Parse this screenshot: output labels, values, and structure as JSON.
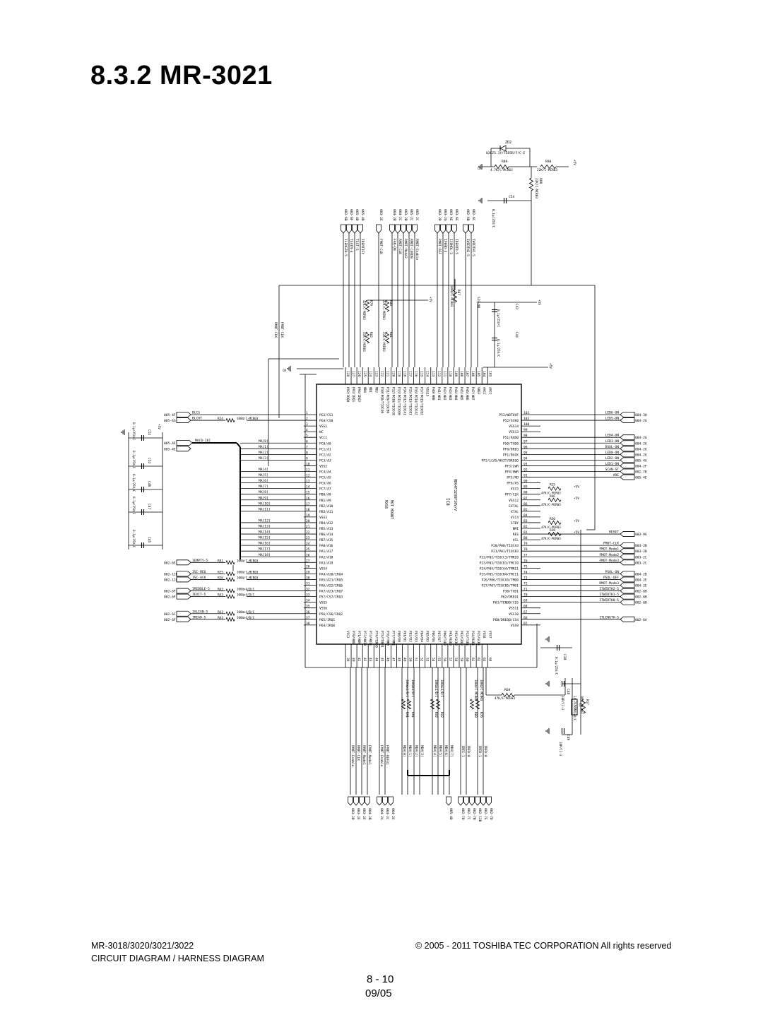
{
  "header": {
    "section": "8.3.2",
    "model": "MR-3021"
  },
  "ic": {
    "ref": "IC8",
    "part": "HD64F3298F10V/V",
    "mark1": "MXS8",
    "mark2": "MOT MOUNT"
  },
  "left_pins": [
    {
      "n": "1",
      "label": "PG3/CS1",
      "net": "BLCS"
    },
    {
      "n": "2",
      "label": "PG4/CS0",
      "net": "BLCHT"
    },
    {
      "n": "3",
      "label": "VSS1",
      "net": ""
    },
    {
      "n": "4",
      "label": "NC",
      "net": ""
    },
    {
      "n": "5",
      "label": "VCC1",
      "net": ""
    },
    {
      "n": "6",
      "label": "PC0/A0",
      "net": "MA[0]"
    },
    {
      "n": "7",
      "label": "PC1/A1",
      "net": "MA[1]"
    },
    {
      "n": "8",
      "label": "PC2/A2",
      "net": "MA[2]"
    },
    {
      "n": "9",
      "label": "PC3/A3",
      "net": "MA[3]"
    },
    {
      "n": "10",
      "label": "VSS2",
      "net": ""
    },
    {
      "n": "11",
      "label": "PC4/A4",
      "net": "MA[4]"
    },
    {
      "n": "12",
      "label": "PC5/A5",
      "net": "MA[5]"
    },
    {
      "n": "13",
      "label": "PC6/A6",
      "net": "MA[6]"
    },
    {
      "n": "14",
      "label": "PC7/A7",
      "net": "MA[7]"
    },
    {
      "n": "15",
      "label": "PB0/A8",
      "net": "MA[8]"
    },
    {
      "n": "16",
      "label": "PB1/A9",
      "net": "MA[9]"
    },
    {
      "n": "17",
      "label": "PB2/A10",
      "net": "MA[10]"
    },
    {
      "n": "18",
      "label": "PB3/A11",
      "net": "MA[11]"
    },
    {
      "n": "19",
      "label": "VSS3",
      "net": ""
    },
    {
      "n": "20",
      "label": "PB4/A12",
      "net": "MA[12]"
    },
    {
      "n": "21",
      "label": "PB5/A13",
      "net": "MA[13]"
    },
    {
      "n": "22",
      "label": "PB6/A14",
      "net": "MA[14]"
    },
    {
      "n": "23",
      "label": "PB7/A15",
      "net": "MA[15]"
    },
    {
      "n": "24",
      "label": "PA0/A16",
      "net": "MA[16]"
    },
    {
      "n": "25",
      "label": "PA1/A17",
      "net": "MA[17]"
    },
    {
      "n": "26",
      "label": "PA2/A18",
      "net": "MA[18]"
    },
    {
      "n": "27",
      "label": "PA3/A19",
      "net": "IEMPTY-5"
    },
    {
      "n": "28",
      "label": "VSS4",
      "net": ""
    },
    {
      "n": "29",
      "label": "PA4/A20/IRQ4",
      "net": "ISC-REQ"
    },
    {
      "n": "30",
      "label": "PA5/A21/IRQ5",
      "net": "ISC-ACK"
    },
    {
      "n": "31",
      "label": "PA6/A22/IRQ6",
      "net": ""
    },
    {
      "n": "32",
      "label": "PA7/A23/IRQ7",
      "net": "IMIDDLE-5"
    },
    {
      "n": "33",
      "label": "P57/CS7/IRQ3",
      "net": "IEXIT-5"
    },
    {
      "n": "34",
      "label": "VSS5",
      "net": ""
    },
    {
      "n": "35",
      "label": "VSS6",
      "net": ""
    },
    {
      "n": "36",
      "label": "P56/CS6/IRQ2",
      "net": "IALIGN-5"
    },
    {
      "n": "37",
      "label": "P65/IRQ1",
      "net": "IREAD-5"
    },
    {
      "n": "38",
      "label": "P64/IRQ0",
      "net": ""
    }
  ],
  "left_refs": [
    {
      "ref": "005-4F",
      "row": 0
    },
    {
      "ref": "005-4G",
      "row": 1
    },
    {
      "ref": "005-4E",
      "row": 6
    },
    {
      "ref": "002-6E",
      "row": 26
    },
    {
      "ref": "002-12B",
      "row": 28
    },
    {
      "ref": "002-12C",
      "row": 29
    },
    {
      "ref": "002-6F",
      "row": 31
    },
    {
      "ref": "002-6F",
      "row": 32
    },
    {
      "ref": "002-6C",
      "row": 35
    },
    {
      "ref": "002-6F",
      "row": 36
    }
  ],
  "left_res": [
    {
      "ref": "R24",
      "val": "100Ω/C-MCR03",
      "row": 1
    },
    {
      "ref": "R91",
      "val": "100Ω/C-MCR03",
      "row": 26
    },
    {
      "ref": "R25",
      "val": "100Ω/C-MCR03",
      "row": 28
    },
    {
      "ref": "R26",
      "val": "100Ω/C-MCR03",
      "row": 29
    },
    {
      "ref": "RA3",
      "val": "100Ωx4/D/C",
      "row": 31
    },
    {
      "ref": "RA3",
      "val": "100Ωx4/D/C",
      "row": 32
    },
    {
      "ref": "RA3",
      "val": "100Ωx4/D/C",
      "row": 35
    },
    {
      "ref": "RA3",
      "val": "100Ωx4/D/C",
      "row": 36
    }
  ],
  "bus_label": "MA[0-18]",
  "right_pins": [
    {
      "n": "102",
      "label": "P53/WDTOVF",
      "net": "LED6-ON"
    },
    {
      "n": "101",
      "label": "P52/SCK0",
      "net": "LED5-ON"
    },
    {
      "n": "100",
      "label": "VSS14",
      "net": ""
    },
    {
      "n": "99",
      "label": "VSS13",
      "net": ""
    },
    {
      "n": "98",
      "label": "P51/RXD0",
      "net": "LED4-ON"
    },
    {
      "n": "97",
      "label": "P50/TXD0",
      "net": "LED3-ON"
    },
    {
      "n": "96",
      "label": "PF0/BREQ",
      "net": "DSOL-ON"
    },
    {
      "n": "95",
      "label": "PF1/BACK",
      "net": "LED0-ON"
    },
    {
      "n": "94",
      "label": "PF2/LCAS/WAIT/BREQO",
      "net": "LED2-ON"
    },
    {
      "n": "93",
      "label": "PF3/LWR",
      "net": "LED1-ON"
    },
    {
      "n": "92",
      "label": "PF4/HWR",
      "net": "SCAN-ST"
    },
    {
      "n": "91",
      "label": "PF5/RD",
      "net": "ARE"
    },
    {
      "n": "90",
      "label": "PF6/AS",
      "net": ""
    },
    {
      "n": "89",
      "label": "VCC5",
      "net": ""
    },
    {
      "n": "88",
      "label": "PF7/CLK",
      "net": ""
    },
    {
      "n": "87",
      "label": "VSS12",
      "net": ""
    },
    {
      "n": "86",
      "label": "EXTAL",
      "net": ""
    },
    {
      "n": "85",
      "label": "XTAL",
      "net": ""
    },
    {
      "n": "84",
      "label": "VCC4",
      "net": ""
    },
    {
      "n": "83",
      "label": "STBY",
      "net": ""
    },
    {
      "n": "82",
      "label": "NMI",
      "net": ""
    },
    {
      "n": "81",
      "label": "RES",
      "net": "RESET"
    },
    {
      "n": "80",
      "label": "VCL",
      "net": ""
    },
    {
      "n": "79",
      "label": "P20/P00/TIOCA3",
      "net": "FMOT-CLK"
    },
    {
      "n": "78",
      "label": "P21/P01/TIOCB3",
      "net": "FMOT-Mode1"
    },
    {
      "n": "77",
      "label": "P22/P02/TIOCC3/TMRI0",
      "net": "FMOT-Mode2"
    },
    {
      "n": "76",
      "label": "P23/P03/TIOCD3/TMCI0",
      "net": "FMOT-Mode3"
    },
    {
      "n": "75",
      "label": "P24/P04/TIOCA4/TMRI1",
      "net": ""
    },
    {
      "n": "74",
      "label": "P25/P05/TIOCB4/TMCI1",
      "net": "PSOL-ON"
    },
    {
      "n": "73",
      "label": "P26/P06/TIOCA5/TMO0",
      "net": "PSOL-OFF"
    },
    {
      "n": "72",
      "label": "P27/P07/TIOCB5/TMO1",
      "net": "RMOT-Mode3"
    },
    {
      "n": "71",
      "label": "P30/TXD1",
      "net": "ITWIDTH2-5"
    },
    {
      "n": "70",
      "label": "P62/DREQ1",
      "net": "ITWIDTH1-5"
    },
    {
      "n": "69",
      "label": "P61/TEND0/CS5",
      "net": "ITWIDTH0-5"
    },
    {
      "n": "68",
      "label": "VSS11",
      "net": ""
    },
    {
      "n": "67",
      "label": "VSS10",
      "net": ""
    },
    {
      "n": "66",
      "label": "P60/DREQ0/CS4",
      "net": "ITLENGTH-5"
    },
    {
      "n": "65",
      "label": "VSS9",
      "net": ""
    }
  ],
  "right_refs": [
    {
      "ref": "004-3H",
      "row": 0
    },
    {
      "ref": "004-2G",
      "row": 1
    },
    {
      "ref": "004-2G",
      "row": 4
    },
    {
      "ref": "004-2G",
      "row": 5
    },
    {
      "ref": "004-2G",
      "row": 6
    },
    {
      "ref": "004-2G",
      "row": 7
    },
    {
      "ref": "005-4G",
      "row": 8
    },
    {
      "ref": "004-2F",
      "row": 9
    },
    {
      "ref": "002-7D",
      "row": 10
    },
    {
      "ref": "005-4E",
      "row": 11
    },
    {
      "ref": "003-9G",
      "row": 21
    },
    {
      "ref": "003-2B",
      "row": 23
    },
    {
      "ref": "003-2B",
      "row": 24
    },
    {
      "ref": "003-2C",
      "row": 25
    },
    {
      "ref": "003-2C",
      "row": 26
    },
    {
      "ref": "004-2D",
      "row": 28
    },
    {
      "ref": "004-2E",
      "row": 29
    },
    {
      "ref": "004-2E",
      "row": 30
    },
    {
      "ref": "002-6B",
      "row": 31
    },
    {
      "ref": "002-6B",
      "row": 32
    },
    {
      "ref": "002-6B",
      "row": 33
    },
    {
      "ref": "002-6A",
      "row": 36
    }
  ],
  "right_res": [
    {
      "ref": "R15",
      "val": "47K/C-MCR03",
      "row": 13
    },
    {
      "ref": "R46",
      "val": "47K/C-MCR03",
      "row": 15
    },
    {
      "ref": "R50",
      "val": "47K/C-MCR03",
      "row": 19
    },
    {
      "ref": "R38",
      "val": "47K/C-MCR03",
      "row": 21
    }
  ],
  "top_pins": [
    {
      "n": "128",
      "label": "P92/IRQ0"
    },
    {
      "n": "127",
      "label": "P93/IRQ1"
    },
    {
      "n": "126",
      "label": "P94/IRQ2"
    },
    {
      "n": "125",
      "label": "MD0"
    },
    {
      "n": "124",
      "label": "MD1"
    },
    {
      "n": "123",
      "label": "MD2"
    },
    {
      "n": "122",
      "label": "P10/PO8/TIOCA0"
    },
    {
      "n": "121",
      "label": "P11/PO9/TIOCB0"
    },
    {
      "n": "120",
      "label": "P12/PO10/TIOCC0"
    },
    {
      "n": "119",
      "label": "P13/PO11/TIOCD0"
    },
    {
      "n": "118",
      "label": "P14/PO12/TIOCA1"
    },
    {
      "n": "117",
      "label": "P15/PO13/TIOCB1"
    },
    {
      "n": "116",
      "label": "P16/PO14/TIOCA2"
    },
    {
      "n": "115",
      "label": "P17/PO15/TIOCB2"
    },
    {
      "n": "114",
      "label": "VSS15"
    },
    {
      "n": "113",
      "label": "P40/AN0"
    },
    {
      "n": "112",
      "label": "P41/AN1"
    },
    {
      "n": "111",
      "label": "P42/AN2"
    },
    {
      "n": "110",
      "label": "P43/AN3"
    },
    {
      "n": "109",
      "label": "P44/AN4"
    },
    {
      "n": "108",
      "label": "P45/AN5"
    },
    {
      "n": "107",
      "label": "P46/AN6"
    },
    {
      "n": "106",
      "label": "P47/AN7"
    },
    {
      "n": "105",
      "label": "VREF"
    },
    {
      "n": "104",
      "label": "AVCC"
    },
    {
      "n": "103",
      "label": "AVCC"
    }
  ],
  "top_nets": [
    "ILENGTH-5",
    "TESTN-4",
    "TEST-5",
    "IDENTIFY",
    "",
    "FMOT-CLK",
    "FAN-ON",
    "RMOT-CLK",
    "RMOT-Mode2",
    "RMOT-CURDN",
    "RMOT-Enable",
    "RMOT-REF",
    "IPEND-3",
    "ICOMOL-3",
    "IDENTD-5",
    "IWIDTH2-5",
    "IWIDTH1-5"
  ],
  "top_refs": [
    "002-6B",
    "002-6F",
    "005-4D",
    "005-4D",
    "",
    "003-2E",
    "004-2B",
    "004-2C",
    "003-2B",
    "005-2C",
    "005-2C",
    "003-2D",
    "003-2G",
    "003-6E",
    "003-6E",
    "002-6B",
    "002-6C"
  ],
  "bottom_pins": [
    {
      "n": "39",
      "label": "VCC2"
    },
    {
      "n": "40",
      "label": "P70/AN8"
    },
    {
      "n": "41",
      "label": "P71/AN9"
    },
    {
      "n": "42",
      "label": "P72/AN10"
    },
    {
      "n": "43",
      "label": "P73/AN11"
    },
    {
      "n": "44",
      "label": "P74/TEND0"
    },
    {
      "n": "45",
      "label": "P75/TEND1"
    },
    {
      "n": "46",
      "label": "P76/TMR0"
    },
    {
      "n": "47",
      "label": "P77/TMR1"
    },
    {
      "n": "48",
      "label": "P80/D0"
    },
    {
      "n": "49",
      "label": "P81/D1"
    },
    {
      "n": "50",
      "label": "P82/D2"
    },
    {
      "n": "51",
      "label": "P83/D3"
    },
    {
      "n": "52",
      "label": "P84/D4"
    },
    {
      "n": "53",
      "label": "P85/D5"
    },
    {
      "n": "54",
      "label": "P86/D6"
    },
    {
      "n": "55",
      "label": "P87/D7"
    },
    {
      "n": "56",
      "label": "P90/TXD2"
    },
    {
      "n": "57",
      "label": "P91/RXD2"
    },
    {
      "n": "58",
      "label": "P92/SCK2"
    },
    {
      "n": "59",
      "label": "P93/IRQ2"
    },
    {
      "n": "60",
      "label": "P13/TXD1"
    },
    {
      "n": "61",
      "label": "P14/RXD1"
    },
    {
      "n": "62",
      "label": "P35/SCK1"
    },
    {
      "n": "63",
      "label": "VSS8"
    },
    {
      "n": "64",
      "label": "VSS7"
    }
  ],
  "bottom_nets": [
    "RMOT-Enable",
    "RMOT-CLK",
    "RMOT-Mode1",
    "FMOT-Mode1",
    "FMOT-Enable",
    "FMOT-REF31",
    "MDA[0]",
    "MDA[1]",
    "MDA[2]",
    "MDA[3]",
    "MDA[4]",
    "MDA[5]",
    "MDA[6]",
    "MDA[7]",
    "IRFE-1",
    "IRFD-0",
    "IRFD-1",
    "IRFD-0"
  ],
  "bottom_refs": [
    "003-2D",
    "003-2E",
    "003-2E",
    "004-2B",
    "004-2A",
    "004-2C",
    "004-2E",
    "005-4D",
    "002-7D",
    "002-7C",
    "002-7B",
    "002-12B",
    "002-7E",
    "002-7D"
  ],
  "bottom_res": [
    {
      "ref": "RA1",
      "val": "100Ωx4/D/C"
    },
    {
      "ref": "RA1",
      "val": "100Ωx4/D/C"
    },
    {
      "ref": "RA2",
      "val": "100Ωx4/D/C"
    },
    {
      "ref": "RA2",
      "val": "100Ωx4/D/C"
    },
    {
      "ref": "R89",
      "val": "100Ω/C-MCR03"
    },
    {
      "ref": "R76",
      "val": "100Ω/C-MCR03"
    }
  ],
  "top_parts": {
    "zd": "ZD2",
    "zd_val": "02CZ5.1Y/TE85R/F/C-E",
    "r89": "R89",
    "r89_val": "4.7K/C-MCR03",
    "r90": "R90",
    "r90_val": "22K/C-MCR03",
    "r88": "R88",
    "r88_val": "22K/C-MCR03",
    "c54": "C54",
    "c54_val": "0.1μ/25V/C",
    "r87": "R87",
    "r87_val": "100Ω/C-MCR03",
    "r79": "R79",
    "r79_val": "47K/C-MCR03",
    "r80": "R80",
    "r80_val": "47K/C-MCR03",
    "r81": "R81",
    "r81_val": "47K/C-MCR03",
    "r82": "R82",
    "r82_val": "47K/C-MCR03",
    "c43": "C43",
    "c43_val": "0.1μ/25V/C",
    "c44": "C44",
    "c44_val": "0.1μ/25V/C",
    "vcc": "+5V",
    "net_sig": "SIG-ON",
    "left_net": "FMOT-CLK",
    "left_net2": "RMOT-CLK"
  },
  "left_caps": [
    {
      "ref": "C52",
      "val": "0.1μ/25V/C"
    },
    {
      "ref": "C53",
      "val": "0.1μ/25V/C"
    },
    {
      "ref": "C46",
      "val": "0.1μ/25V/C"
    },
    {
      "ref": "C47",
      "val": "0.1μ/25V/C"
    },
    {
      "ref": "C45",
      "val": "0.1μ/25V/C"
    }
  ],
  "right_parts": {
    "c38": "C38",
    "c38_val": "0.1μ/25V/C",
    "r68": "R68",
    "r68_val": "47K/C-MCR03",
    "c48": "C48",
    "c48_val": "10P/C1-3",
    "c49": "C49",
    "c49_val": "10P/C1-3",
    "x1": "X1",
    "x1_val": "14.7456MHz/D/C",
    "r17": "R17",
    "r17_val": "1M/C-MCR03"
  },
  "footer": {
    "models": "MR-3018/3020/3021/3022",
    "doc_title": "CIRCUIT DIAGRAM / HARNESS DIAGRAM",
    "copyright": "© 2005 - 2011 TOSHIBA TEC CORPORATION All rights reserved",
    "page": "8 - 10",
    "date": "09/05"
  }
}
